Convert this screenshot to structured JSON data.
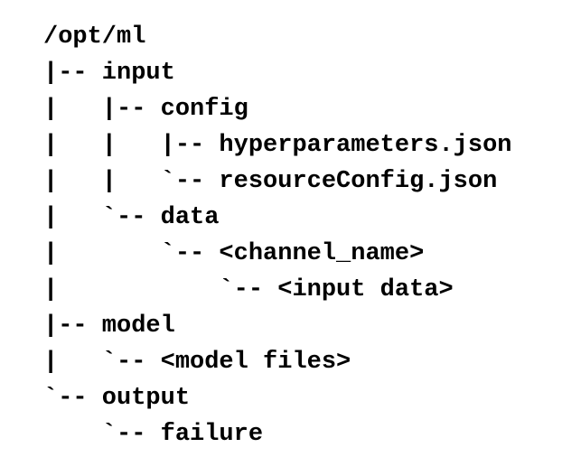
{
  "page": {
    "background": "#ffffff",
    "text_color": "#000000"
  },
  "tree": {
    "root": "/opt/ml",
    "lines": [
      "/opt/ml",
      "|-- input",
      "|   |-- config",
      "|   |   |-- hyperparameters.json",
      "|   |   `-- resourceConfig.json",
      "|   `-- data",
      "|       `-- <channel_name>",
      "|           `-- <input data>",
      "|-- model",
      "|   `-- <model files>",
      "`-- output",
      "    `-- failure"
    ]
  }
}
